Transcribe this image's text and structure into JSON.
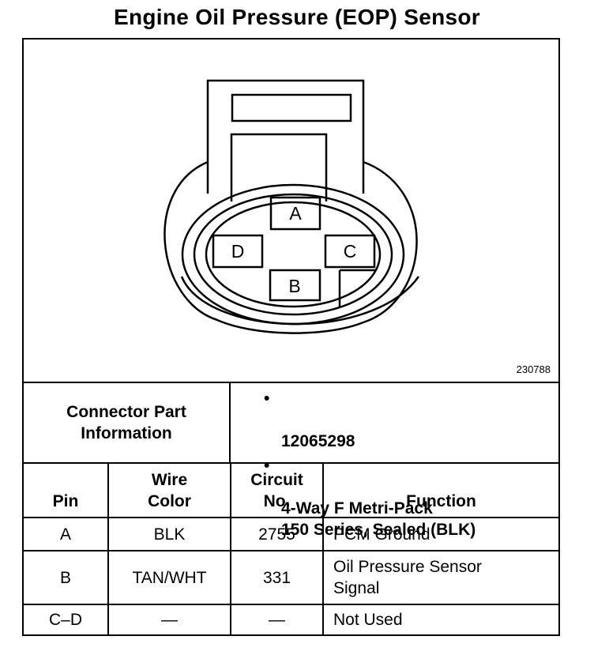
{
  "title": "Engine Oil Pressure (EOP) Sensor",
  "figure_number": "230788",
  "connector": {
    "pins": [
      {
        "label": "A"
      },
      {
        "label": "B"
      },
      {
        "label": "C"
      },
      {
        "label": "D"
      }
    ]
  },
  "connector_part": {
    "label": "Connector Part\nInformation",
    "items": [
      "12065298",
      "4-Way F Metri-Pack\n150 Series, Sealed (BLK)"
    ]
  },
  "pin_table": {
    "headers": {
      "pin": "Pin",
      "wire_color": "Wire\nColor",
      "circuit_no": "Circuit\nNo.",
      "function": "Function"
    },
    "rows": [
      {
        "pin": "A",
        "wire_color": "BLK",
        "circuit_no": "2755",
        "function": "PCM Ground"
      },
      {
        "pin": "B",
        "wire_color": "TAN/WHT",
        "circuit_no": "331",
        "function": "Oil Pressure Sensor\nSignal"
      },
      {
        "pin": "C–D",
        "wire_color": "—",
        "circuit_no": "—",
        "function": "Not Used"
      }
    ]
  }
}
